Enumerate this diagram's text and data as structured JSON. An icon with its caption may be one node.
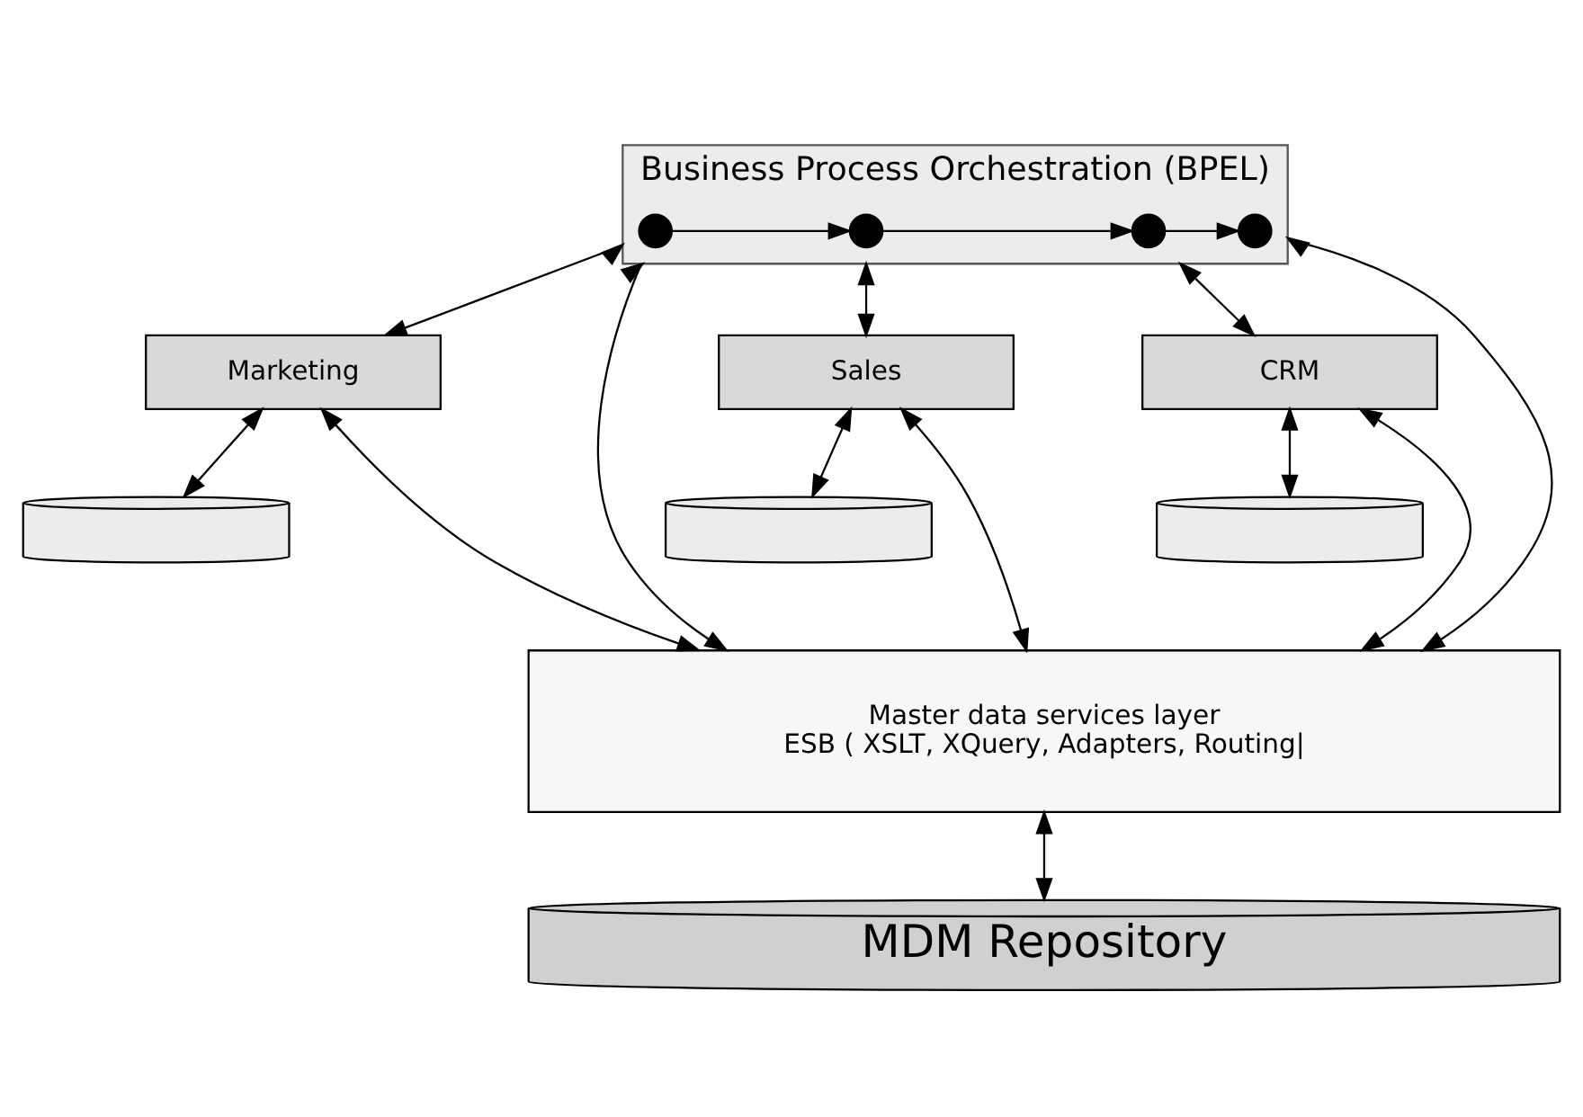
{
  "diagram": {
    "nodes": [
      {
        "text": [
          "Business Process Orchestration (BPEL)"
        ]
      },
      {
        "text": [],
        "shape": "circle",
        "in": 0
      },
      {
        "text": [],
        "shape": "circle",
        "in": 0
      },
      {
        "text": [],
        "shape": "circle",
        "in": 0
      },
      {
        "text": [],
        "shape": "circle",
        "in": 0
      },
      {
        "text": [
          "Marketing"
        ]
      },
      {
        "text": [
          "Sales"
        ]
      },
      {
        "text": [
          "CRM"
        ]
      },
      {
        "text": [],
        "shape": "cylinder"
      },
      {
        "text": [],
        "shape": "cylinder"
      },
      {
        "text": [],
        "shape": "cylinder"
      },
      {
        "text": [
          "Master data services layer",
          "ESB ( XSLT, XQuery, Adapters, Routing|"
        ]
      },
      {
        "text": [
          "MDM Repository"
        ]
      }
    ],
    "edges": [
      {
        "from": 1,
        "to": 2,
        "arrow": "to"
      },
      {
        "from": 2,
        "to": 3,
        "arrow": "to"
      },
      {
        "from": 3,
        "to": 4,
        "arrow": "to"
      },
      {
        "from": 0,
        "to": 5,
        "arrow": "both"
      },
      {
        "from": 0,
        "to": 6,
        "arrow": "both"
      },
      {
        "from": 0,
        "to": 7,
        "arrow": "both"
      },
      {
        "from": 5,
        "to": 8,
        "arrow": "both"
      },
      {
        "from": 6,
        "to": 9,
        "arrow": "both"
      },
      {
        "from": 7,
        "to": 10,
        "arrow": "both"
      },
      {
        "from": 5,
        "to": 11,
        "arrow": "both"
      },
      {
        "from": 0,
        "to": 11,
        "arrow": "both"
      },
      {
        "from": 6,
        "to": 11,
        "arrow": "both"
      },
      {
        "from": 0,
        "to": 11,
        "arrow": "both"
      },
      {
        "from": 7,
        "to": 11,
        "arrow": "both"
      },
      {
        "from": 11,
        "to": 12,
        "arrow": "both"
      }
    ]
  }
}
